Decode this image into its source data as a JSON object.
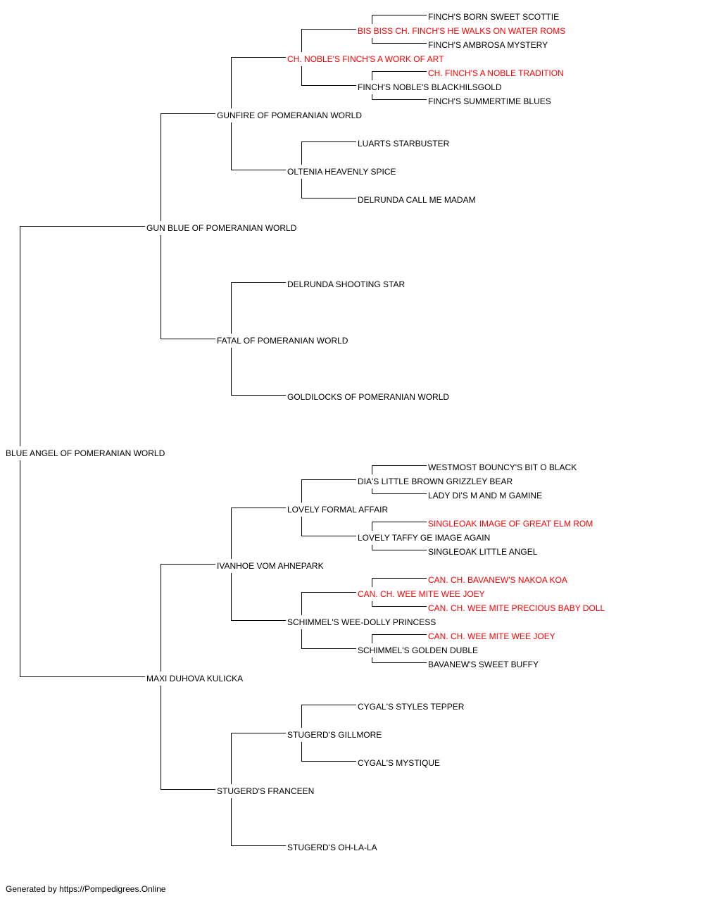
{
  "colors": {
    "champion": "#ff0000",
    "normal": "#000000",
    "line": "#000000"
  },
  "pedigree": {
    "root": {
      "name": "BLUE ANGEL OF POMERANIAN WORLD",
      "champion": false
    },
    "sire": {
      "name": "GUN BLUE OF POMERANIAN WORLD",
      "champion": false
    },
    "dam": {
      "name": "MAXI DUHOVA KULICKA",
      "champion": false
    },
    "sire_sire": {
      "name": "GUNFIRE OF POMERANIAN WORLD",
      "champion": false
    },
    "sire_dam": {
      "name": "FATAL OF POMERANIAN WORLD",
      "champion": false
    },
    "dam_sire": {
      "name": "IVANHOE VOM AHNEPARK",
      "champion": false
    },
    "dam_dam": {
      "name": "STUGERD'S FRANCEEN",
      "champion": false
    },
    "ss_sire": {
      "name": "CH. NOBLE'S FINCH'S A WORK OF ART",
      "champion": true
    },
    "ss_dam": {
      "name": "OLTENIA HEAVENLY SPICE",
      "champion": false
    },
    "sd_sire": {
      "name": "DELRUNDA SHOOTING STAR",
      "champion": false
    },
    "sd_dam": {
      "name": "GOLDILOCKS OF POMERANIAN WORLD",
      "champion": false
    },
    "ds_sire": {
      "name": "LOVELY FORMAL AFFAIR",
      "champion": false
    },
    "ds_dam": {
      "name": "SCHIMMEL'S WEE-DOLLY PRINCESS",
      "champion": false
    },
    "dd_sire": {
      "name": "STUGERD'S GILLMORE",
      "champion": false
    },
    "dd_dam": {
      "name": "STUGERD'S OH-LA-LA",
      "champion": false
    },
    "sss_sire": {
      "name": "BIS BISS CH. FINCH'S HE WALKS ON WATER ROMS",
      "champion": true
    },
    "sss_dam": {
      "name": "FINCH'S NOBLE'S BLACKHILSGOLD",
      "champion": false
    },
    "ssd_sire": {
      "name": "LUARTS STARBUSTER",
      "champion": false
    },
    "ssd_dam": {
      "name": "DELRUNDA CALL ME MADAM",
      "champion": false
    },
    "dss_sire": {
      "name": "DIA'S LITTLE BROWN GRIZZLEY BEAR",
      "champion": false
    },
    "dss_dam": {
      "name": "LOVELY TAFFY GE IMAGE AGAIN",
      "champion": false
    },
    "dsd_sire": {
      "name": "CAN. CH. WEE MITE WEE JOEY",
      "champion": true
    },
    "dsd_dam": {
      "name": "SCHIMMEL'S GOLDEN DUBLE",
      "champion": false
    },
    "dds_sire": {
      "name": "CYGAL'S STYLES TEPPER",
      "champion": false
    },
    "dds_dam": {
      "name": "CYGAL'S MYSTIQUE",
      "champion": false
    },
    "ssss_sire": {
      "name": "FINCH'S BORN SWEET SCOTTIE",
      "champion": false
    },
    "ssss_dam": {
      "name": "FINCH'S AMBROSA MYSTERY",
      "champion": false
    },
    "sssd_sire": {
      "name": "CH. FINCH'S A NOBLE TRADITION",
      "champion": true
    },
    "sssd_dam": {
      "name": "FINCH'S SUMMERTIME BLUES",
      "champion": false
    },
    "dsss_sire": {
      "name": "WESTMOST BOUNCY'S BIT O BLACK",
      "champion": false
    },
    "dsss_dam": {
      "name": "LADY DI'S M AND M GAMINE",
      "champion": false
    },
    "dssd_sire": {
      "name": "SINGLEOAK IMAGE OF GREAT ELM ROM",
      "champion": true
    },
    "dssd_dam": {
      "name": "SINGLEOAK LITTLE ANGEL",
      "champion": false
    },
    "dsds_sire": {
      "name": "CAN. CH. BAVANEW'S NAKOA KOA",
      "champion": true
    },
    "dsds_dam": {
      "name": "CAN. CH. WEE MITE PRECIOUS BABY DOLL",
      "champion": true
    },
    "dsdd_sire": {
      "name": "CAN. CH. WEE MITE WEE JOEY",
      "champion": true
    },
    "dsdd_dam": {
      "name": "BAVANEW'S SWEET BUFFY",
      "champion": false
    }
  },
  "footer": "Generated by https://Pompedigrees.Online"
}
